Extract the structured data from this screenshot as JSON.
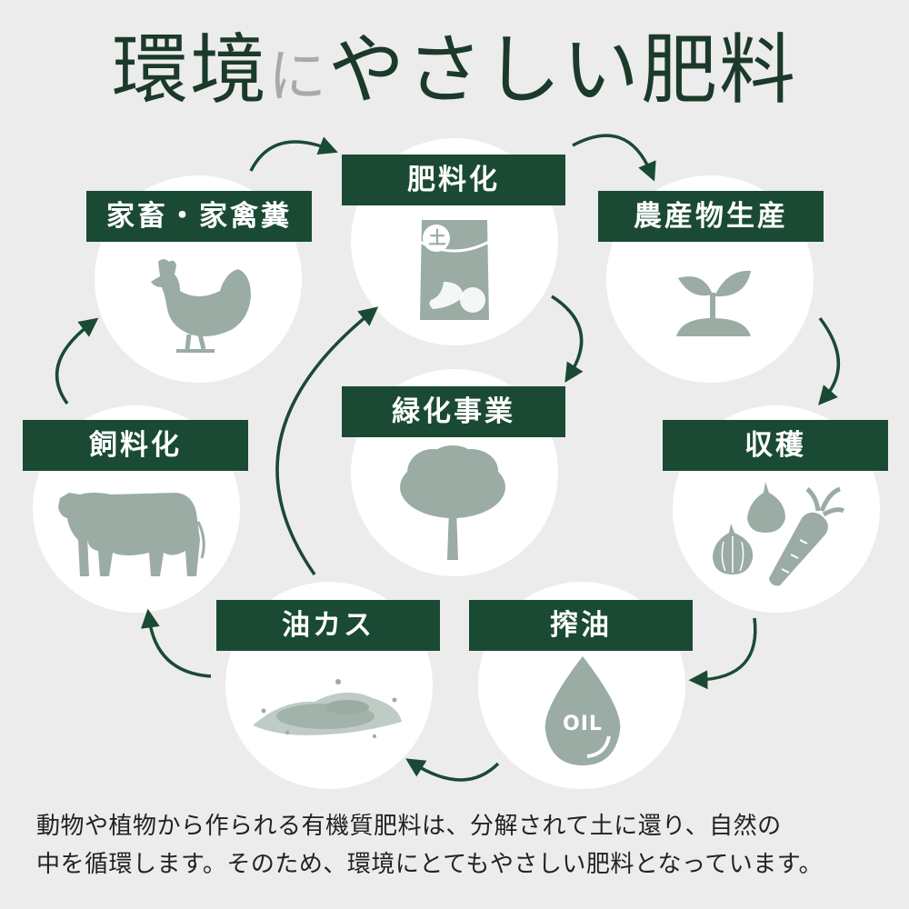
{
  "title": {
    "prefix": "環境",
    "ni": "に",
    "suffix": "やさしい肥料"
  },
  "nodes": {
    "fertilizer": "肥料化",
    "livestock": "家畜・家禽糞",
    "production": "農産物生産",
    "greening": "緑化事業",
    "feed": "飼料化",
    "harvest": "収穫",
    "oilcake": "油カス",
    "pressing": "搾油"
  },
  "icon_text": {
    "bag_mark": "土",
    "oil": "OIL"
  },
  "caption": {
    "line1": "動物や植物から作られる有機質肥料は、分解されて土に還り、自然の",
    "line2": "中を循環します。そのため、環境にとてもやさしい肥料となっています。"
  },
  "colors": {
    "accent": "#1a4a33",
    "icon": "#9aaca3",
    "background": "#ececec"
  }
}
